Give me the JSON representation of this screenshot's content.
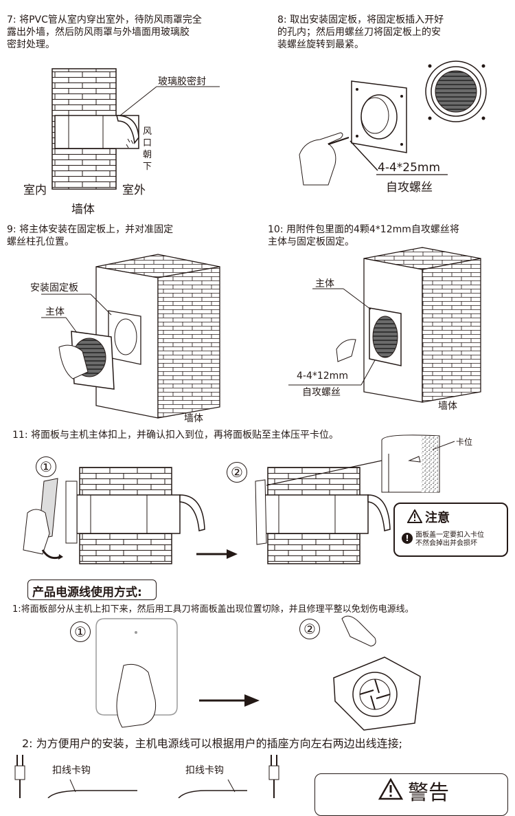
{
  "step7": {
    "text": "7: 将PVC管从室内穿出室外，待防风雨罩完全\n    露出外墙，然后防风雨罩与外墙面用玻璃胶\n    密封处理。",
    "label_sealant": "玻璃胶密封",
    "label_outlet_down": "风\n口\n朝\n下",
    "label_indoor": "室内",
    "label_outdoor": "室外",
    "label_wall": "墙体"
  },
  "step8": {
    "text": "8: 取出安装固定板，将固定板插入开好\n    的孔内；然后用螺丝刀将固定板上的安\n    装螺丝旋转到最紧。",
    "label_screw_spec": "4-4*25mm",
    "label_screw_type": "自攻螺丝"
  },
  "step9": {
    "text": "9: 将主体安装在固定板上，并对准固定\n    螺丝柱孔位置。",
    "label_plate": "安装固定板",
    "label_body": "主体",
    "label_wall": "墙体"
  },
  "step10": {
    "text": "10: 用附件包里面的4颗4*12mm自攻螺丝将\n     主体与固定板固定。",
    "label_body": "主体",
    "label_screw_spec": "4-4*12mm",
    "label_screw_type": "自攻螺丝",
    "label_wall": "墙体"
  },
  "step11": {
    "text": "11: 将面板与主机主体扣上，并确认扣入到位，再将面板贴至主体压平卡位。",
    "num1": "①",
    "num2": "②",
    "label_clip": "卡位",
    "notice_title": "注意",
    "notice_body": "面板盖一定要扣入卡位\n不然会掉出并会损坏"
  },
  "power": {
    "heading": "产品电源线使用方式:",
    "step1_text": "1:将面板部分从主机上扣下来，然后用工具刀将面板盖出现位置切除，并且修理平整以免划伤电源线。",
    "num1": "①",
    "num2": "②",
    "step2_text": "2: 为方便用户的安装，主机电源线可以根据用户的插座方向左右两边出线连接;",
    "label_hook_left": "扣线卡钩",
    "label_hook_right": "扣线卡钩",
    "warning_title": "警告"
  }
}
